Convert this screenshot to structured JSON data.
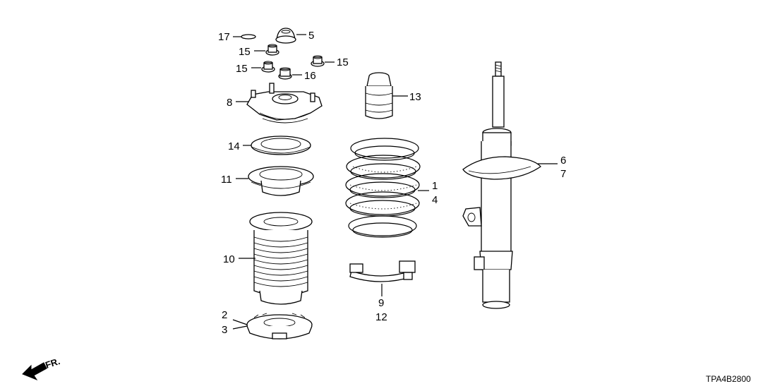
{
  "diagram": {
    "callouts": {
      "p17": "17",
      "p5": "5",
      "p15a": "15",
      "p15b": "15",
      "p15c": "15",
      "p16": "16",
      "p8": "8",
      "p14": "14",
      "p11": "11",
      "p10": "10",
      "p2": "2",
      "p3": "3",
      "p13": "13",
      "p1": "1",
      "p4": "4",
      "p9": "9",
      "p12": "12",
      "p6": "6",
      "p7": "7"
    },
    "direction_label": "FR.",
    "diagram_code": "TPA4B2800"
  },
  "parts": [
    {
      "name": "o-ring",
      "callout": "17"
    },
    {
      "name": "rubber-cap",
      "callout": "5"
    },
    {
      "name": "flange-nut",
      "callout": "15"
    },
    {
      "name": "self-locking-nut",
      "callout": "16"
    },
    {
      "name": "strut-mount",
      "callout": "8"
    },
    {
      "name": "mount-bearing",
      "callout": "14"
    },
    {
      "name": "upper-spring-seat",
      "callout": "11"
    },
    {
      "name": "dust-boot",
      "callout": "10"
    },
    {
      "name": "lower-spring-seat",
      "callout": "2 / 3"
    },
    {
      "name": "bump-stop",
      "callout": "13"
    },
    {
      "name": "coil-spring",
      "callout": "1 / 4"
    },
    {
      "name": "spring-clip",
      "callout": "9 / 12"
    },
    {
      "name": "shock-absorber",
      "callout": "6 / 7"
    }
  ]
}
